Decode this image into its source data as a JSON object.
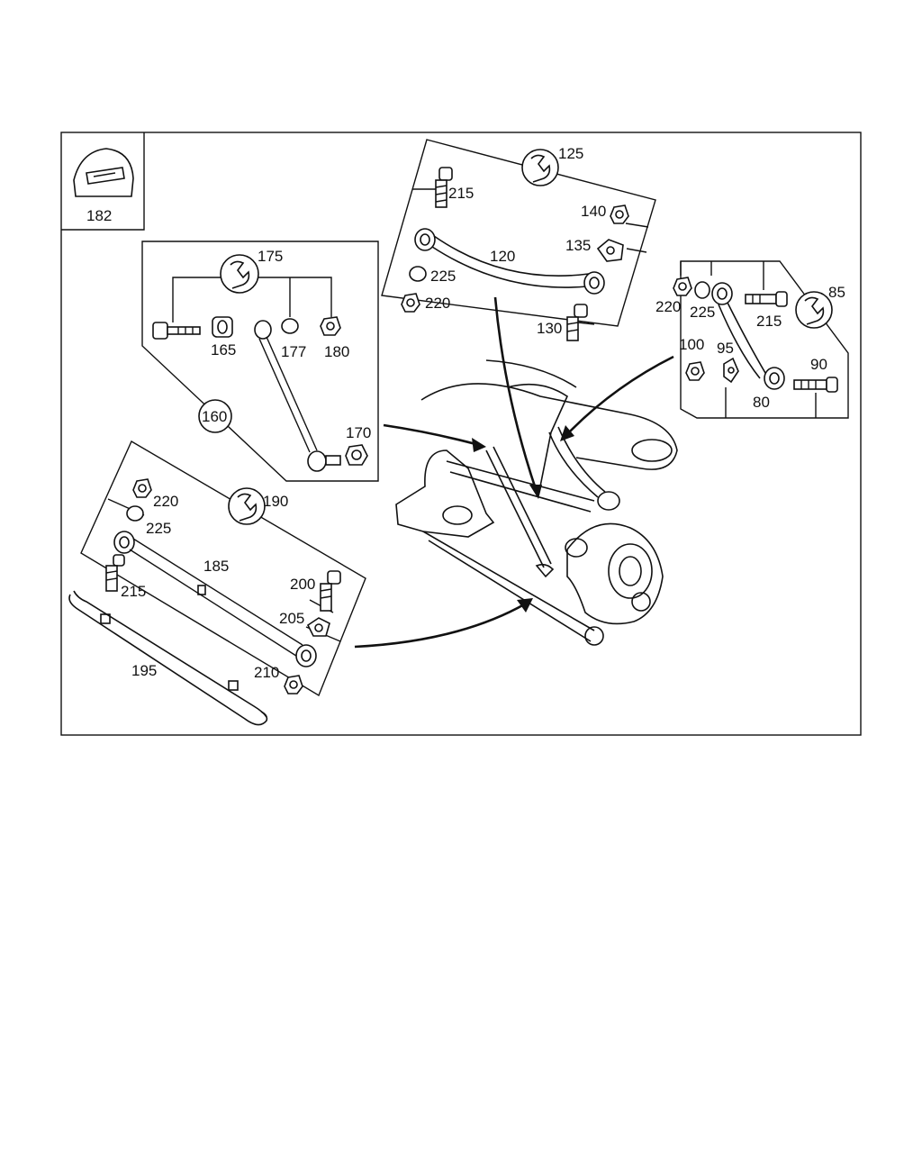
{
  "labels": {
    "l182": "182",
    "l175": "175",
    "l165": "165",
    "l177": "177",
    "l180": "180",
    "l160": "160",
    "l170": "170",
    "l125": "125",
    "l215a": "215",
    "l140": "140",
    "l135": "135",
    "l120": "120",
    "l225a": "225",
    "l220a": "220",
    "l130": "130",
    "l85": "85",
    "l220b": "220",
    "l225b": "225",
    "l215b": "215",
    "l100": "100",
    "l95": "95",
    "l90": "90",
    "l80": "80",
    "l190": "190",
    "l220c": "220",
    "l225c": "225",
    "l185": "185",
    "l215c": "215",
    "l200": "200",
    "l205": "205",
    "l195": "195",
    "l210": "210"
  },
  "icons": {
    "wrench": "wrench-icon",
    "clip": "clip-icon"
  }
}
